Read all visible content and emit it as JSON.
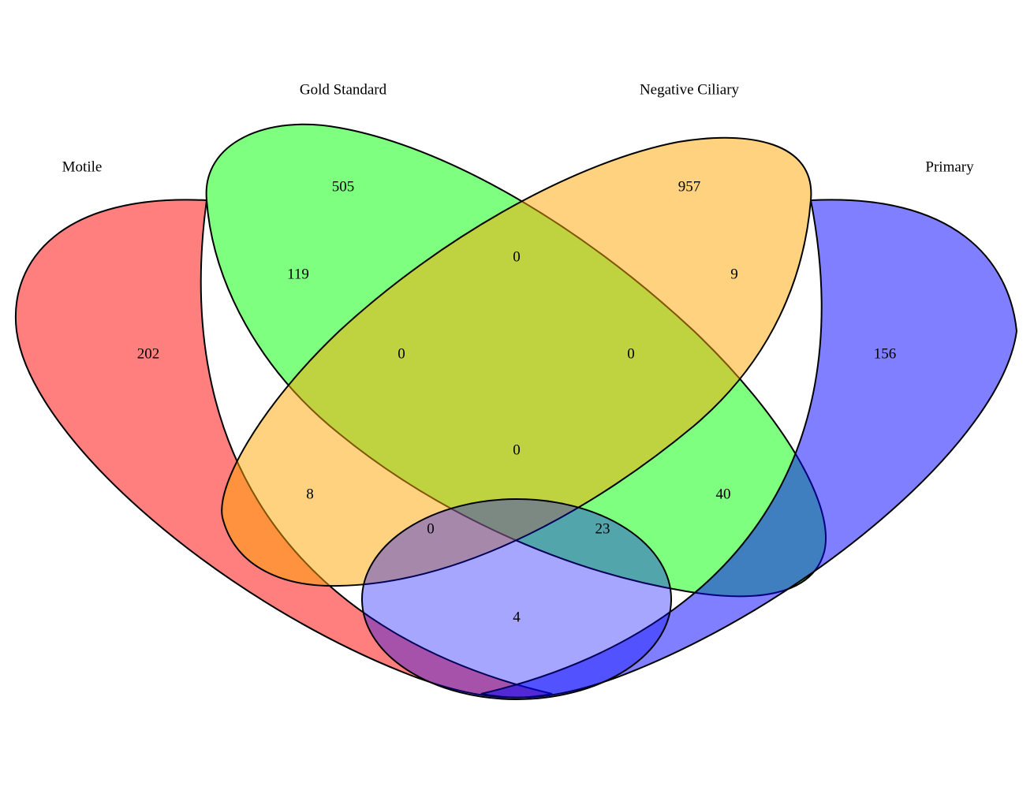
{
  "sets": [
    {
      "id": "motile",
      "name": "Motile",
      "color": "#ff0000",
      "opacity": 0.5
    },
    {
      "id": "gold",
      "name": "Gold Standard",
      "color": "#00ff00",
      "opacity": 0.5
    },
    {
      "id": "negative",
      "name": "Negative Ciliary",
      "color": "#ffa500",
      "opacity": 0.5
    },
    {
      "id": "primary",
      "name": "Primary",
      "color": "#0000ff",
      "opacity": 0.5
    }
  ],
  "regions": {
    "motile_only": "202",
    "gold_only": "505",
    "negative_only": "957",
    "primary_only": "156",
    "motile_gold": "119",
    "gold_negative": "0",
    "negative_primary": "9",
    "motile_negative": "8",
    "gold_primary": "40",
    "motile_primary": "4",
    "motile_gold_negative": "0",
    "gold_negative_primary": "0",
    "motile_negative_primary": "0",
    "motile_gold_primary": "23",
    "all_four": "0"
  }
}
